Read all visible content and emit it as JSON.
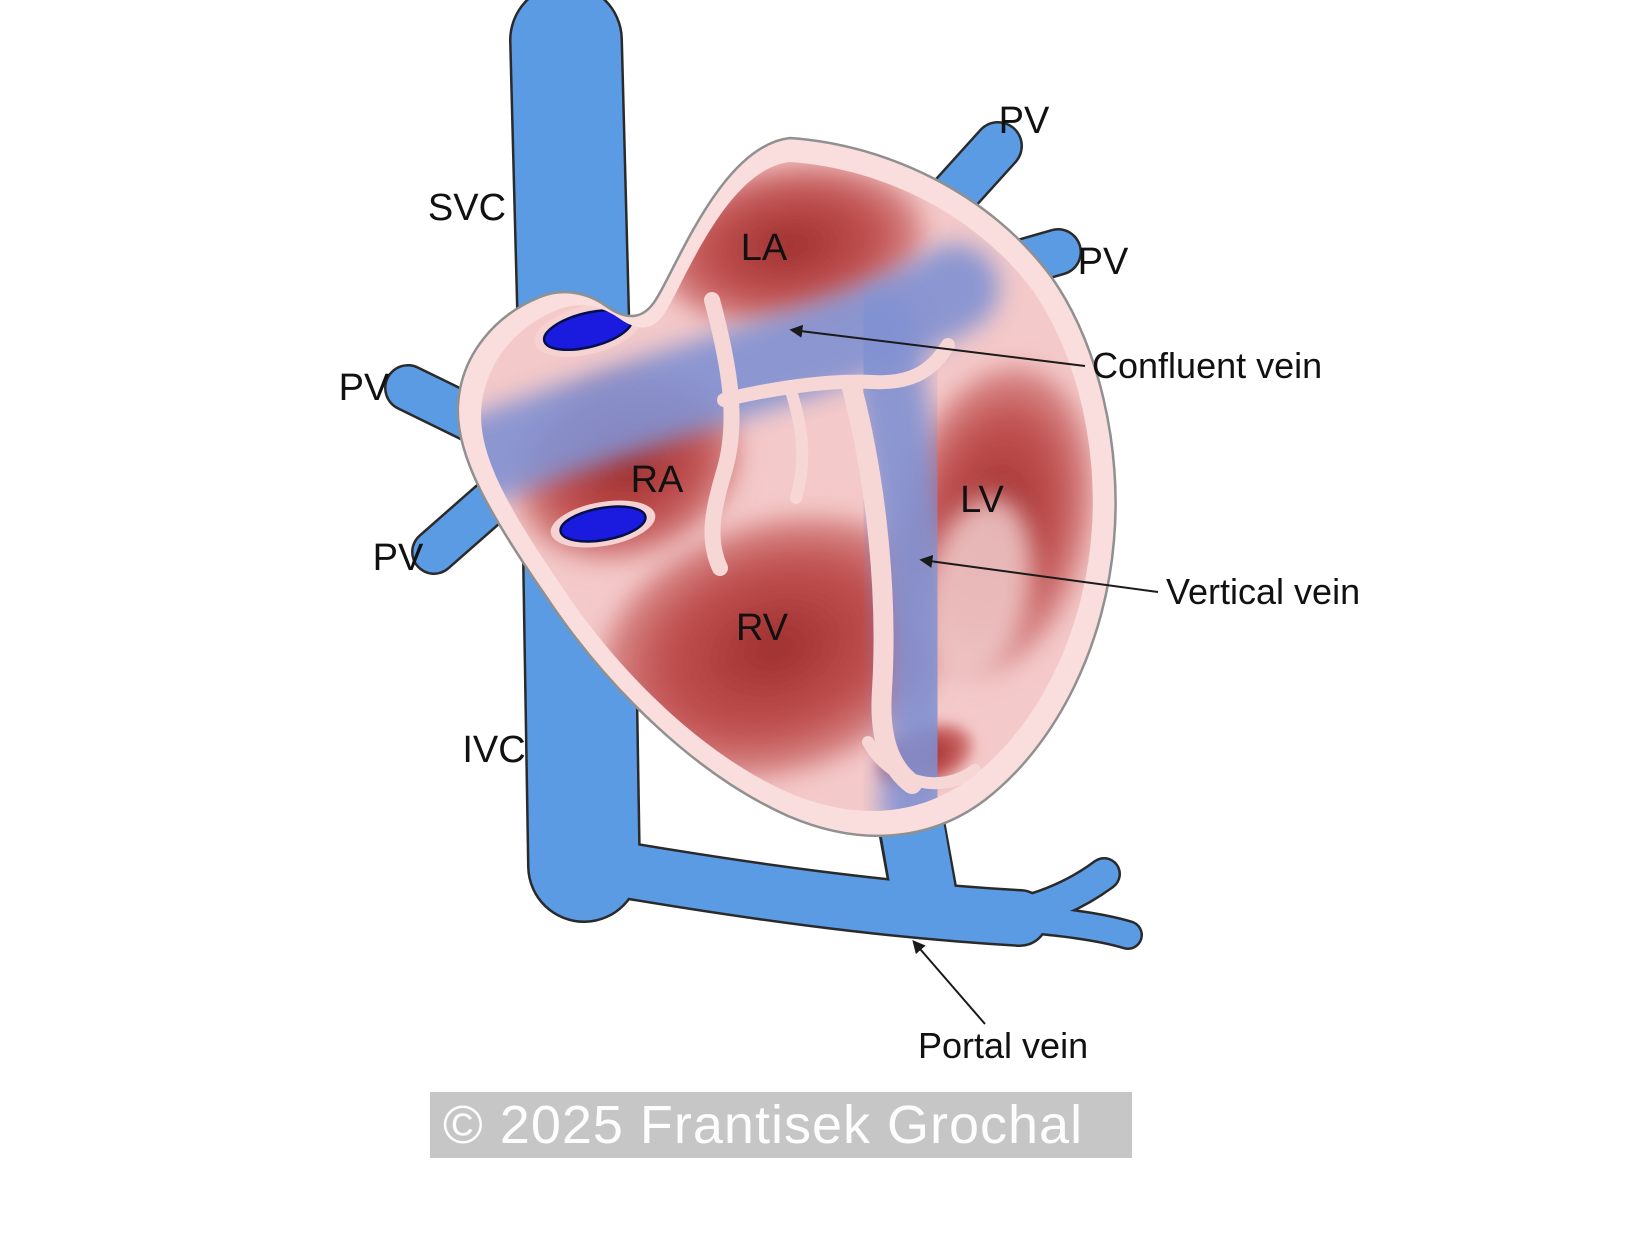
{
  "labels": {
    "svc": "SVC",
    "ivc": "IVC",
    "pv_top_right": "PV",
    "pv_right": "PV",
    "pv_left_upper": "PV",
    "pv_left_lower": "PV",
    "la": "LA",
    "ra": "RA",
    "lv": "LV",
    "rv": "RV",
    "confluent_vein": "Confluent vein",
    "vertical_vein": "Vertical vein",
    "portal_vein": "Portal vein"
  },
  "watermark": "© 2025 Frantisek Grochal",
  "colors": {
    "background": "#ffffff",
    "vein_blue": "#5b9be4",
    "vein_outline": "#2a2a2a",
    "heart_wall_pink": "#fadddd",
    "heart_inner_pink": "#f4c9c9",
    "chamber_red": "#b84444",
    "shunt_blue": "#8191d2",
    "foramen_oval_blue": "#1b1bdf",
    "label_text": "#111111",
    "watermark_band": "#c6c6c6",
    "watermark_text": "#fdfdfd"
  }
}
